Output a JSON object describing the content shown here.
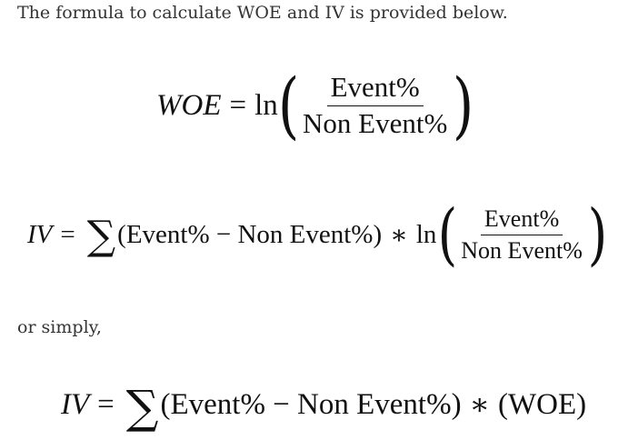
{
  "intro_text": "The formula to calculate WOE and IV is provided below.",
  "simply_text": "or simply,",
  "eq_woe": {
    "lhs": "WOE",
    "equals": "=",
    "func": "ln",
    "open_paren": "(",
    "numerator": "Event%",
    "denominator": "Non Event%",
    "close_paren": ")"
  },
  "eq_iv_ln": {
    "lhs": "IV",
    "equals": "=",
    "sigma": "∑",
    "difference": "(Event% − Non Event%)",
    "times": "∗",
    "func": "ln",
    "open_paren": "(",
    "numerator": "Event%",
    "denominator": "Non Event%",
    "close_paren": ")"
  },
  "eq_iv_woe": {
    "lhs": "IV",
    "equals": "=",
    "sigma": "∑",
    "difference": "(Event% − Non Event%)",
    "times": "∗",
    "woe_term": "(WOE)"
  }
}
